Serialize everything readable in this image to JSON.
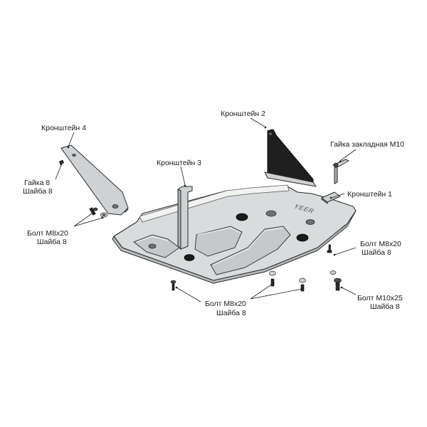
{
  "labels": {
    "bracket4": "Кронштейн 4",
    "bracket2": "Кронштейн 2",
    "bracket3": "Кронштейн 3",
    "bracket1": "Кронштейн 1",
    "weld_nut": "Гайка закладная М10",
    "nut8_a": "Гайка 8",
    "washer8_a": "Шайба 8",
    "bolt_m8x20_left": "Болт М8х20",
    "washer8_left": "Шайба 8",
    "bolt_m8x20_right": "Болт М8х20",
    "washer8_right": "Шайба 8",
    "bolt_m8x20_bottom": "Болт М8х20",
    "washer8_bottom": "Шайба 8",
    "bolt_m10x25": "Болт М10х25",
    "washer8_m10": "Шайба 8"
  },
  "plate_logo": "YEER",
  "colors": {
    "plate": "#d9dcdd",
    "bracket_dark": "#1f1f1f",
    "text": "#1a1a1a"
  }
}
